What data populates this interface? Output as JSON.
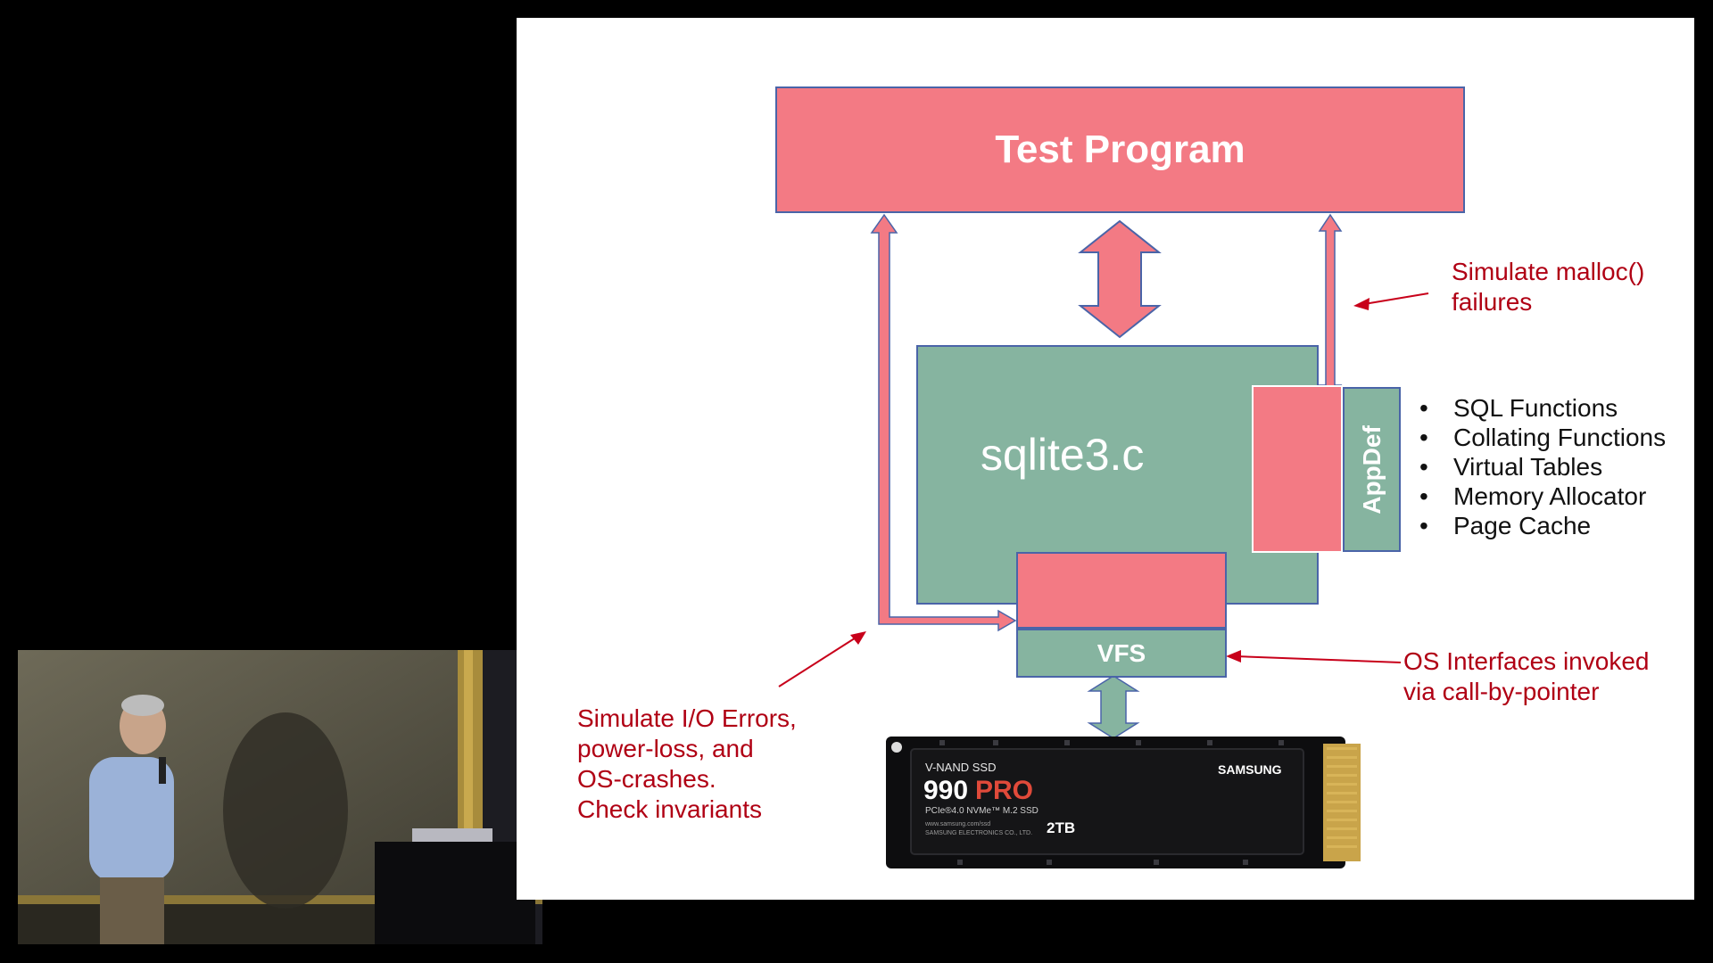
{
  "slide": {
    "test_program": "Test Program",
    "sqlite_label": "sqlite3.c",
    "appdef_label": "AppDef",
    "vfs_label": "VFS",
    "malloc_note": [
      "Simulate malloc()",
      "failures"
    ],
    "os_note": [
      "OS Interfaces invoked",
      "via call-by-pointer"
    ],
    "io_note": [
      "Simulate I/O Errors,",
      "power-loss, and",
      "OS-crashes.",
      "Check invariants"
    ],
    "bullets": [
      "SQL Functions",
      "Collating Functions",
      "Virtual Tables",
      "Memory Allocator",
      "Page Cache"
    ],
    "bullet_char": "•"
  },
  "ssd": {
    "line1": "V-NAND SSD",
    "model": "990",
    "model_suffix": "PRO",
    "interface": "PCIe®4.0 NVMe™ M.2 SSD",
    "small1": "www.samsung.com/ssd",
    "small2": "SAMSUNG ELECTRONICS CO., LTD.",
    "capacity": "2TB",
    "brand": "SAMSUNG"
  },
  "colors": {
    "pink": "#f37a84",
    "green": "#86b4a0",
    "border_blue": "#4a64a8",
    "note_red": "#b00014"
  }
}
